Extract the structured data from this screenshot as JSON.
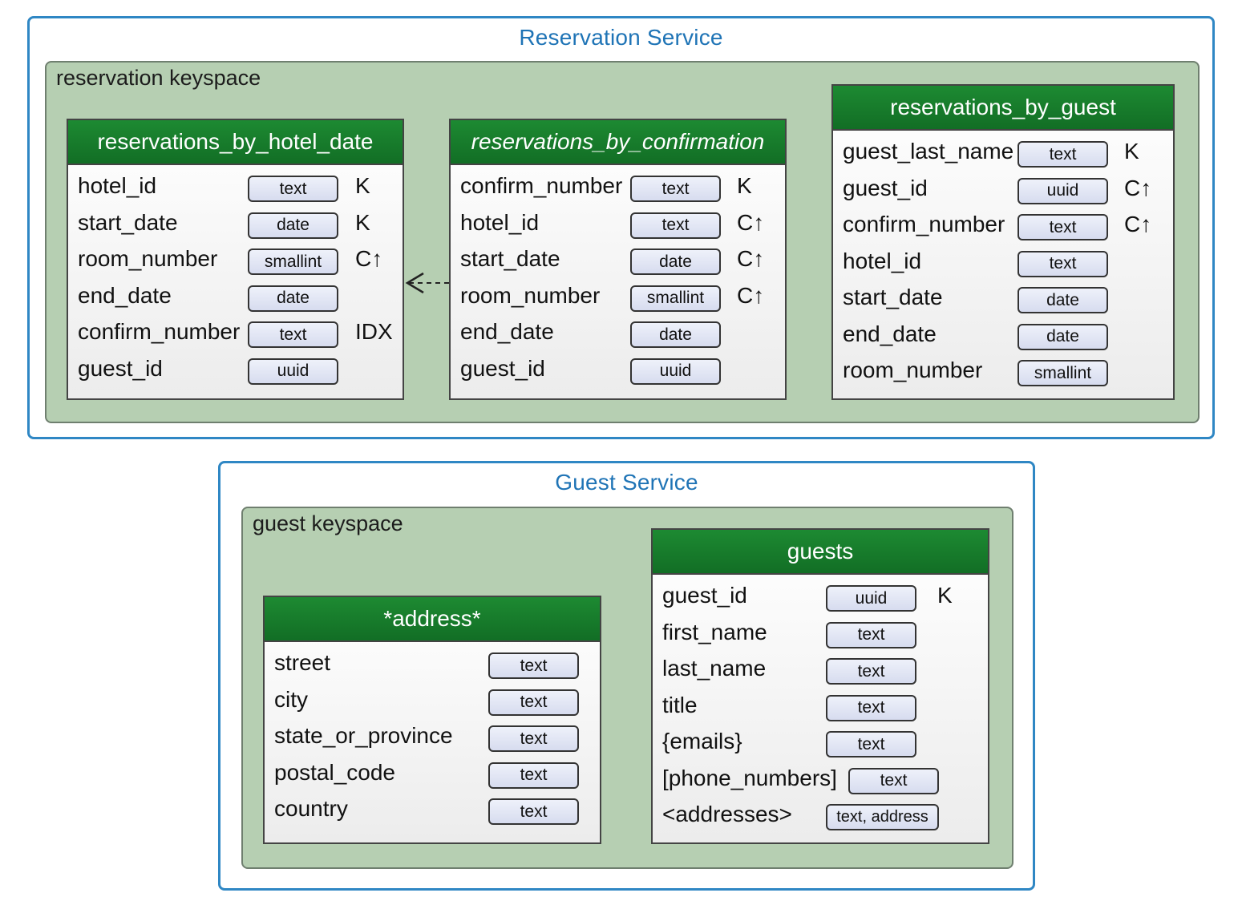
{
  "services": [
    {
      "title": "Reservation Service",
      "keyspace": {
        "title": "reservation keyspace",
        "tables": [
          {
            "name": "reservations_by_hotel_date",
            "italic": false,
            "columns": [
              {
                "name": "hotel_id",
                "type": "text",
                "key": "K"
              },
              {
                "name": "start_date",
                "type": "date",
                "key": "K"
              },
              {
                "name": "room_number",
                "type": "smallint",
                "key": "C↑"
              },
              {
                "name": "end_date",
                "type": "date",
                "key": ""
              },
              {
                "name": "confirm_number",
                "type": "text",
                "key": "IDX"
              },
              {
                "name": "guest_id",
                "type": "uuid",
                "key": ""
              }
            ]
          },
          {
            "name": "reservations_by_confirmation",
            "italic": true,
            "columns": [
              {
                "name": "confirm_number",
                "type": "text",
                "key": "K"
              },
              {
                "name": "hotel_id",
                "type": "text",
                "key": "C↑"
              },
              {
                "name": "start_date",
                "type": "date",
                "key": "C↑"
              },
              {
                "name": "room_number",
                "type": "smallint",
                "key": "C↑"
              },
              {
                "name": "end_date",
                "type": "date",
                "key": ""
              },
              {
                "name": "guest_id",
                "type": "uuid",
                "key": ""
              }
            ]
          },
          {
            "name": "reservations_by_guest",
            "italic": false,
            "columns": [
              {
                "name": "guest_last_name",
                "type": "text",
                "key": "K"
              },
              {
                "name": "guest_id",
                "type": "uuid",
                "key": "C↑"
              },
              {
                "name": "confirm_number",
                "type": "text",
                "key": "C↑"
              },
              {
                "name": "hotel_id",
                "type": "text",
                "key": ""
              },
              {
                "name": "start_date",
                "type": "date",
                "key": ""
              },
              {
                "name": "end_date",
                "type": "date",
                "key": ""
              },
              {
                "name": "room_number",
                "type": "smallint",
                "key": ""
              }
            ]
          }
        ]
      }
    },
    {
      "title": "Guest Service",
      "keyspace": {
        "title": "guest keyspace",
        "tables": [
          {
            "name": "*address*",
            "italic": false,
            "columns": [
              {
                "name": "street",
                "type": "text",
                "key": ""
              },
              {
                "name": "city",
                "type": "text",
                "key": ""
              },
              {
                "name": "state_or_province",
                "type": "text",
                "key": ""
              },
              {
                "name": "postal_code",
                "type": "text",
                "key": ""
              },
              {
                "name": "country",
                "type": "text",
                "key": ""
              }
            ]
          },
          {
            "name": "guests",
            "italic": false,
            "columns": [
              {
                "name": "guest_id",
                "type": "uuid",
                "key": "K"
              },
              {
                "name": "first_name",
                "type": "text",
                "key": ""
              },
              {
                "name": "last_name",
                "type": "text",
                "key": ""
              },
              {
                "name": "title",
                "type": "text",
                "key": ""
              },
              {
                "name": "{emails}",
                "type": "text",
                "key": ""
              },
              {
                "name": "[phone_numbers]",
                "type": "text",
                "key": ""
              },
              {
                "name": "<addresses>",
                "type": "text, address",
                "key": ""
              }
            ]
          }
        ]
      }
    }
  ]
}
